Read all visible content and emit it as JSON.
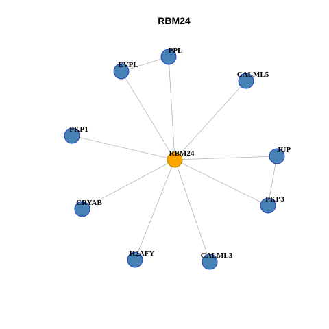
{
  "title": "RBM24",
  "colors": {
    "hub_fill": "#ffa500",
    "hub_stroke": "#b8860b",
    "node_fill": "#4682b4",
    "node_stroke": "#1f3fbf",
    "edge": "#b3b3b3"
  },
  "graph": {
    "nodes": [
      {
        "id": "RBM24",
        "label": "RBM24",
        "role": "hub"
      },
      {
        "id": "PPL",
        "label": "PPL",
        "role": "neighbor"
      },
      {
        "id": "EVPL",
        "label": "EVPL",
        "role": "neighbor"
      },
      {
        "id": "CALML5",
        "label": "CALML5",
        "role": "neighbor"
      },
      {
        "id": "PKP1",
        "label": "PKP1",
        "role": "neighbor"
      },
      {
        "id": "JUP",
        "label": "JUP",
        "role": "neighbor"
      },
      {
        "id": "CRYAB",
        "label": "CRYAB",
        "role": "neighbor"
      },
      {
        "id": "PKP3",
        "label": "PKP3",
        "role": "neighbor"
      },
      {
        "id": "H2AFY",
        "label": "H2AFY",
        "role": "neighbor"
      },
      {
        "id": "CALML3",
        "label": "CALML3",
        "role": "neighbor"
      }
    ],
    "edges": [
      {
        "source": "RBM24",
        "target": "PPL"
      },
      {
        "source": "RBM24",
        "target": "EVPL"
      },
      {
        "source": "RBM24",
        "target": "CALML5"
      },
      {
        "source": "RBM24",
        "target": "PKP1"
      },
      {
        "source": "RBM24",
        "target": "JUP"
      },
      {
        "source": "RBM24",
        "target": "CRYAB"
      },
      {
        "source": "RBM24",
        "target": "PKP3"
      },
      {
        "source": "RBM24",
        "target": "H2AFY"
      },
      {
        "source": "RBM24",
        "target": "CALML3"
      },
      {
        "source": "EVPL",
        "target": "PPL"
      },
      {
        "source": "JUP",
        "target": "PKP3"
      }
    ]
  }
}
